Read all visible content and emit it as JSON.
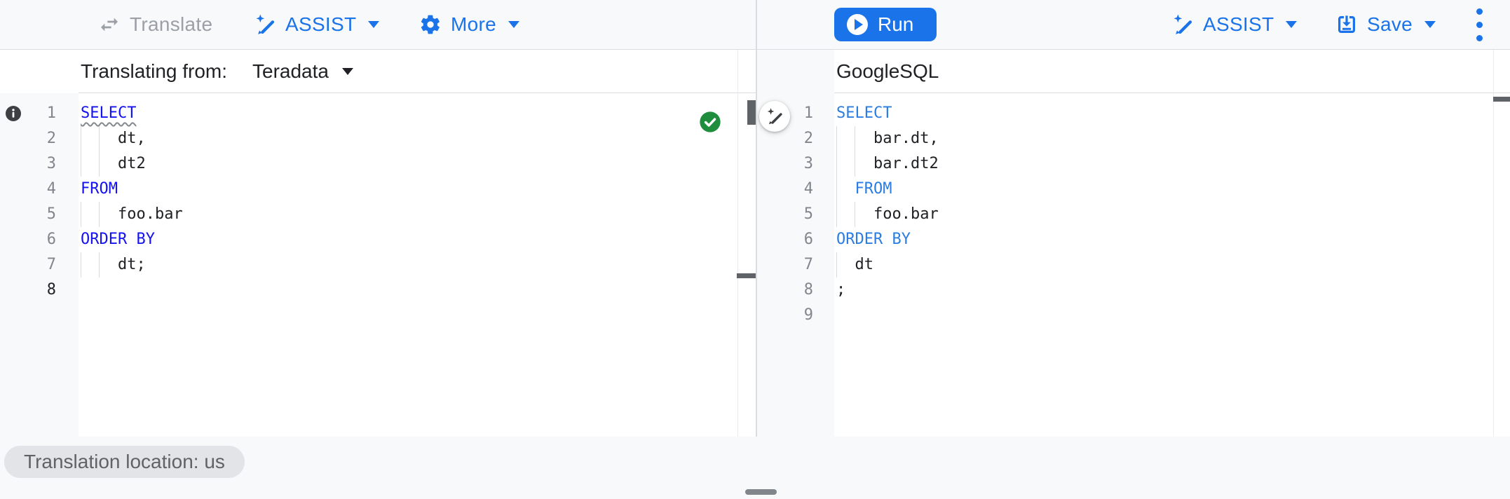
{
  "colors": {
    "accent": "#1a73e8",
    "toolbar_bg": "#f8f9fa",
    "keyword_left": "#1412f0",
    "keyword_right": "#2b7de2",
    "success_green": "#1e8e3e",
    "disabled_gray": "#9aa0a6"
  },
  "toolbar": {
    "left": {
      "translate": {
        "label": "Translate",
        "icon": "swap-arrows-icon",
        "disabled": true
      },
      "assist": {
        "label": "ASSIST",
        "icon": "magic-wand-icon",
        "has_menu": true
      },
      "more": {
        "label": "More",
        "icon": "gear-icon",
        "has_menu": true
      }
    },
    "right": {
      "run": {
        "label": "Run",
        "icon": "play-circle-icon"
      },
      "assist": {
        "label": "ASSIST",
        "icon": "magic-wand-icon",
        "has_menu": true
      },
      "save": {
        "label": "Save",
        "icon": "save-icon",
        "has_menu": true
      },
      "overflow": {
        "icon": "kebab-menu-icon"
      }
    }
  },
  "left_panel": {
    "header": {
      "label": "Translating from:",
      "dialect": "Teradata",
      "status_icon": "green-check-icon"
    },
    "gutter_icon": "info-icon",
    "editor": {
      "language": "Teradata",
      "lines": [
        {
          "num": "1",
          "guides": [],
          "segments": [
            {
              "text": "SELECT",
              "keyword": true,
              "squiggle": true
            }
          ]
        },
        {
          "num": "2",
          "guides": [
            0,
            2
          ],
          "segments": [
            {
              "text": "    dt,"
            }
          ]
        },
        {
          "num": "3",
          "guides": [
            0,
            2
          ],
          "segments": [
            {
              "text": "    dt2"
            }
          ]
        },
        {
          "num": "4",
          "guides": [],
          "segments": [
            {
              "text": "FROM",
              "keyword": true
            }
          ]
        },
        {
          "num": "5",
          "guides": [
            0,
            2
          ],
          "segments": [
            {
              "text": "    foo.bar"
            }
          ]
        },
        {
          "num": "6",
          "guides": [],
          "segments": [
            {
              "text": "ORDER BY",
              "keyword": true
            }
          ]
        },
        {
          "num": "7",
          "guides": [
            0,
            2
          ],
          "segments": [
            {
              "text": "    dt;"
            }
          ]
        },
        {
          "num": "8",
          "guides": [],
          "segments": [],
          "active": true
        }
      ]
    }
  },
  "right_panel": {
    "header": {
      "label": "GoogleSQL"
    },
    "floating_button_icon": "magic-wand-icon",
    "editor": {
      "language": "GoogleSQL",
      "lines": [
        {
          "num": "1",
          "guides": [],
          "segments": [
            {
              "text": "SELECT",
              "keyword": true
            }
          ]
        },
        {
          "num": "2",
          "guides": [
            0,
            2
          ],
          "segments": [
            {
              "text": "    bar.dt,"
            }
          ]
        },
        {
          "num": "3",
          "guides": [
            0,
            2
          ],
          "segments": [
            {
              "text": "    bar.dt2"
            }
          ]
        },
        {
          "num": "4",
          "guides": [
            0
          ],
          "segments": [
            {
              "text": "  "
            },
            {
              "text": "FROM",
              "keyword": true
            }
          ]
        },
        {
          "num": "5",
          "guides": [
            0,
            2
          ],
          "segments": [
            {
              "text": "    foo.bar"
            }
          ]
        },
        {
          "num": "6",
          "guides": [],
          "segments": [
            {
              "text": "ORDER BY",
              "keyword": true
            }
          ]
        },
        {
          "num": "7",
          "guides": [
            0
          ],
          "segments": [
            {
              "text": "  dt"
            }
          ]
        },
        {
          "num": "8",
          "guides": [],
          "segments": [
            {
              "text": ";"
            }
          ]
        },
        {
          "num": "9",
          "guides": [],
          "segments": []
        }
      ]
    }
  },
  "status_bar": {
    "location_pill": "Translation location: us"
  }
}
